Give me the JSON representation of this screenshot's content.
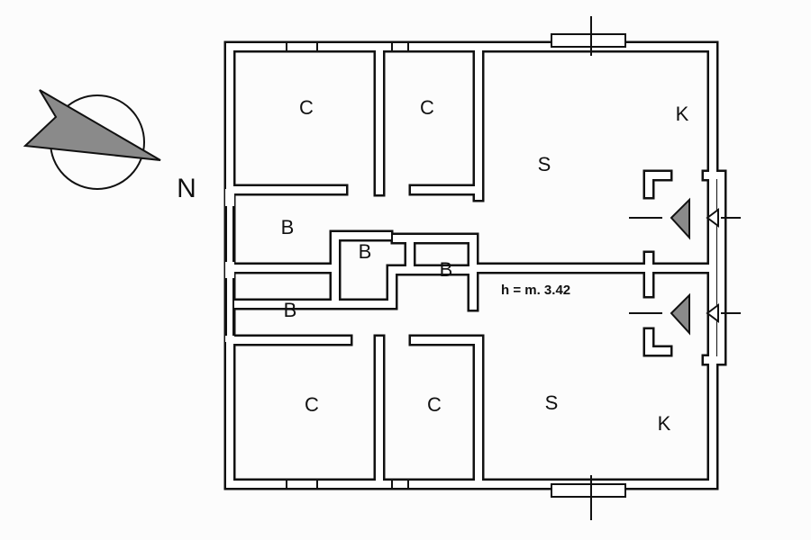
{
  "compass": {
    "north_label": "N"
  },
  "rooms": {
    "c1": "C",
    "c2": "C",
    "k1": "K",
    "s1": "S",
    "b1": "B",
    "b2": "B",
    "b3": "B",
    "b4": "B",
    "c3": "C",
    "c4": "C",
    "s2": "S",
    "k2": "K"
  },
  "height_label": "h = m. 3.42",
  "colors": {
    "wall": "#111111",
    "marker": "#8a8a8a"
  }
}
